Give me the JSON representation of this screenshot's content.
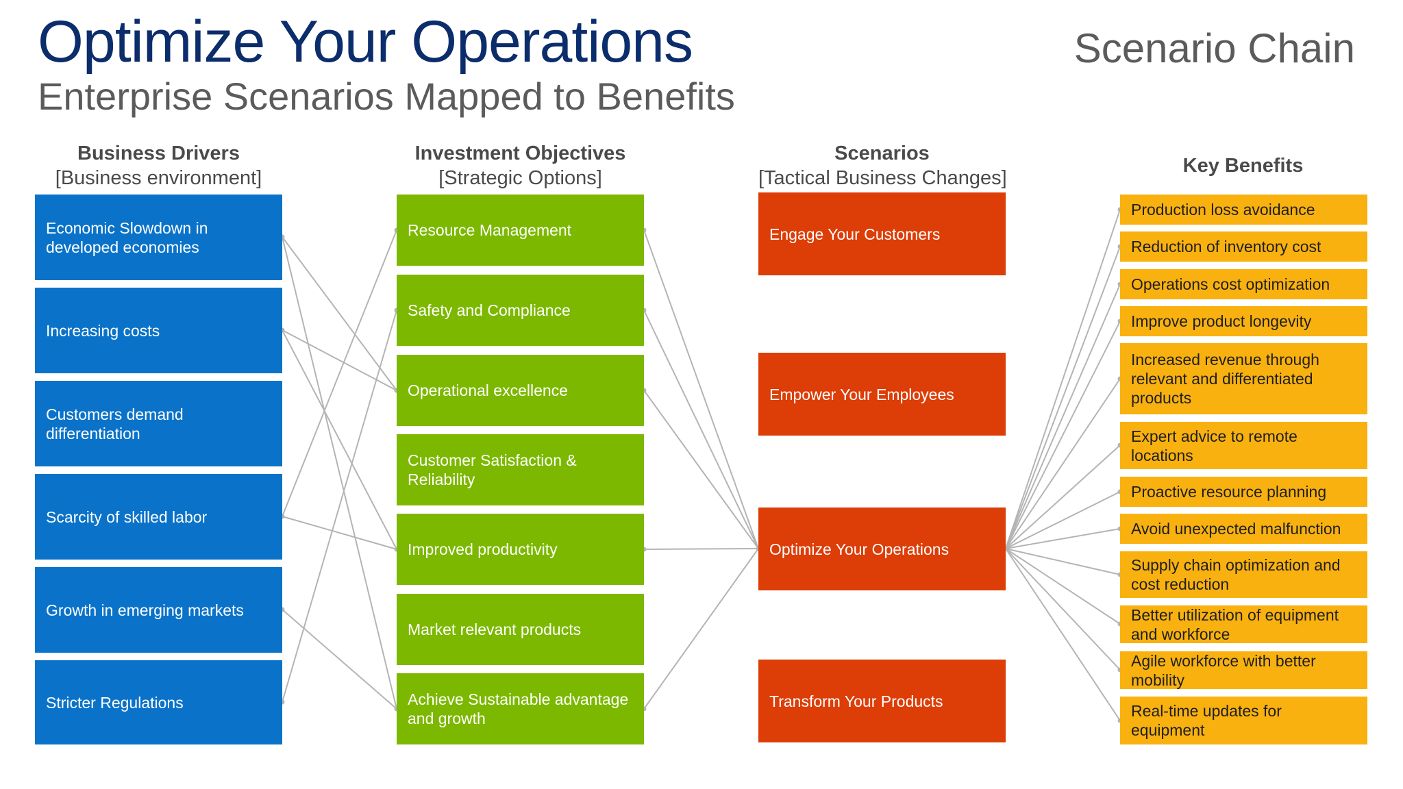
{
  "header": {
    "title": "Optimize Your Operations",
    "subtitle": "Enterprise Scenarios Mapped to Benefits",
    "chain_label": "Scenario Chain"
  },
  "columns": {
    "drivers": {
      "heading": "Business Drivers",
      "subheading": "[Business environment]"
    },
    "objectives": {
      "heading": "Investment Objectives",
      "subheading": "[Strategic Options]"
    },
    "scenarios": {
      "heading": "Scenarios",
      "subheading": "[Tactical Business Changes]"
    },
    "benefits": {
      "heading": "Key Benefits"
    }
  },
  "drivers": [
    "Economic Slowdown in developed economies",
    "Increasing costs",
    "Customers demand differentiation",
    "Scarcity of skilled labor",
    "Growth in emerging markets",
    "Stricter Regulations"
  ],
  "objectives": [
    "Resource Management",
    "Safety and Compliance",
    "Operational excellence",
    "Customer Satisfaction & Reliability",
    "Improved productivity",
    "Market relevant products",
    "Achieve Sustainable advantage and growth"
  ],
  "scenarios": [
    "Engage Your Customers",
    "Empower Your Employees",
    "Optimize Your Operations",
    "Transform Your Products"
  ],
  "benefits": [
    "Production loss avoidance",
    "Reduction of inventory cost",
    "Operations cost optimization",
    "Improve product longevity",
    "Increased revenue through relevant and differentiated products",
    "Expert advice to remote locations",
    "Proactive resource planning",
    "Avoid unexpected malfunction",
    "Supply chain optimization and cost reduction",
    "Better utilization of equipment and workforce",
    "Agile workforce with better mobility",
    "Real-time updates for equipment"
  ],
  "colors": {
    "drivers": "#0a73c9",
    "objectives": "#7cb800",
    "scenarios": "#dd3d07",
    "benefits": "#f9b10f",
    "connector": "#b4b4b4",
    "title": "#0c2d6b"
  }
}
